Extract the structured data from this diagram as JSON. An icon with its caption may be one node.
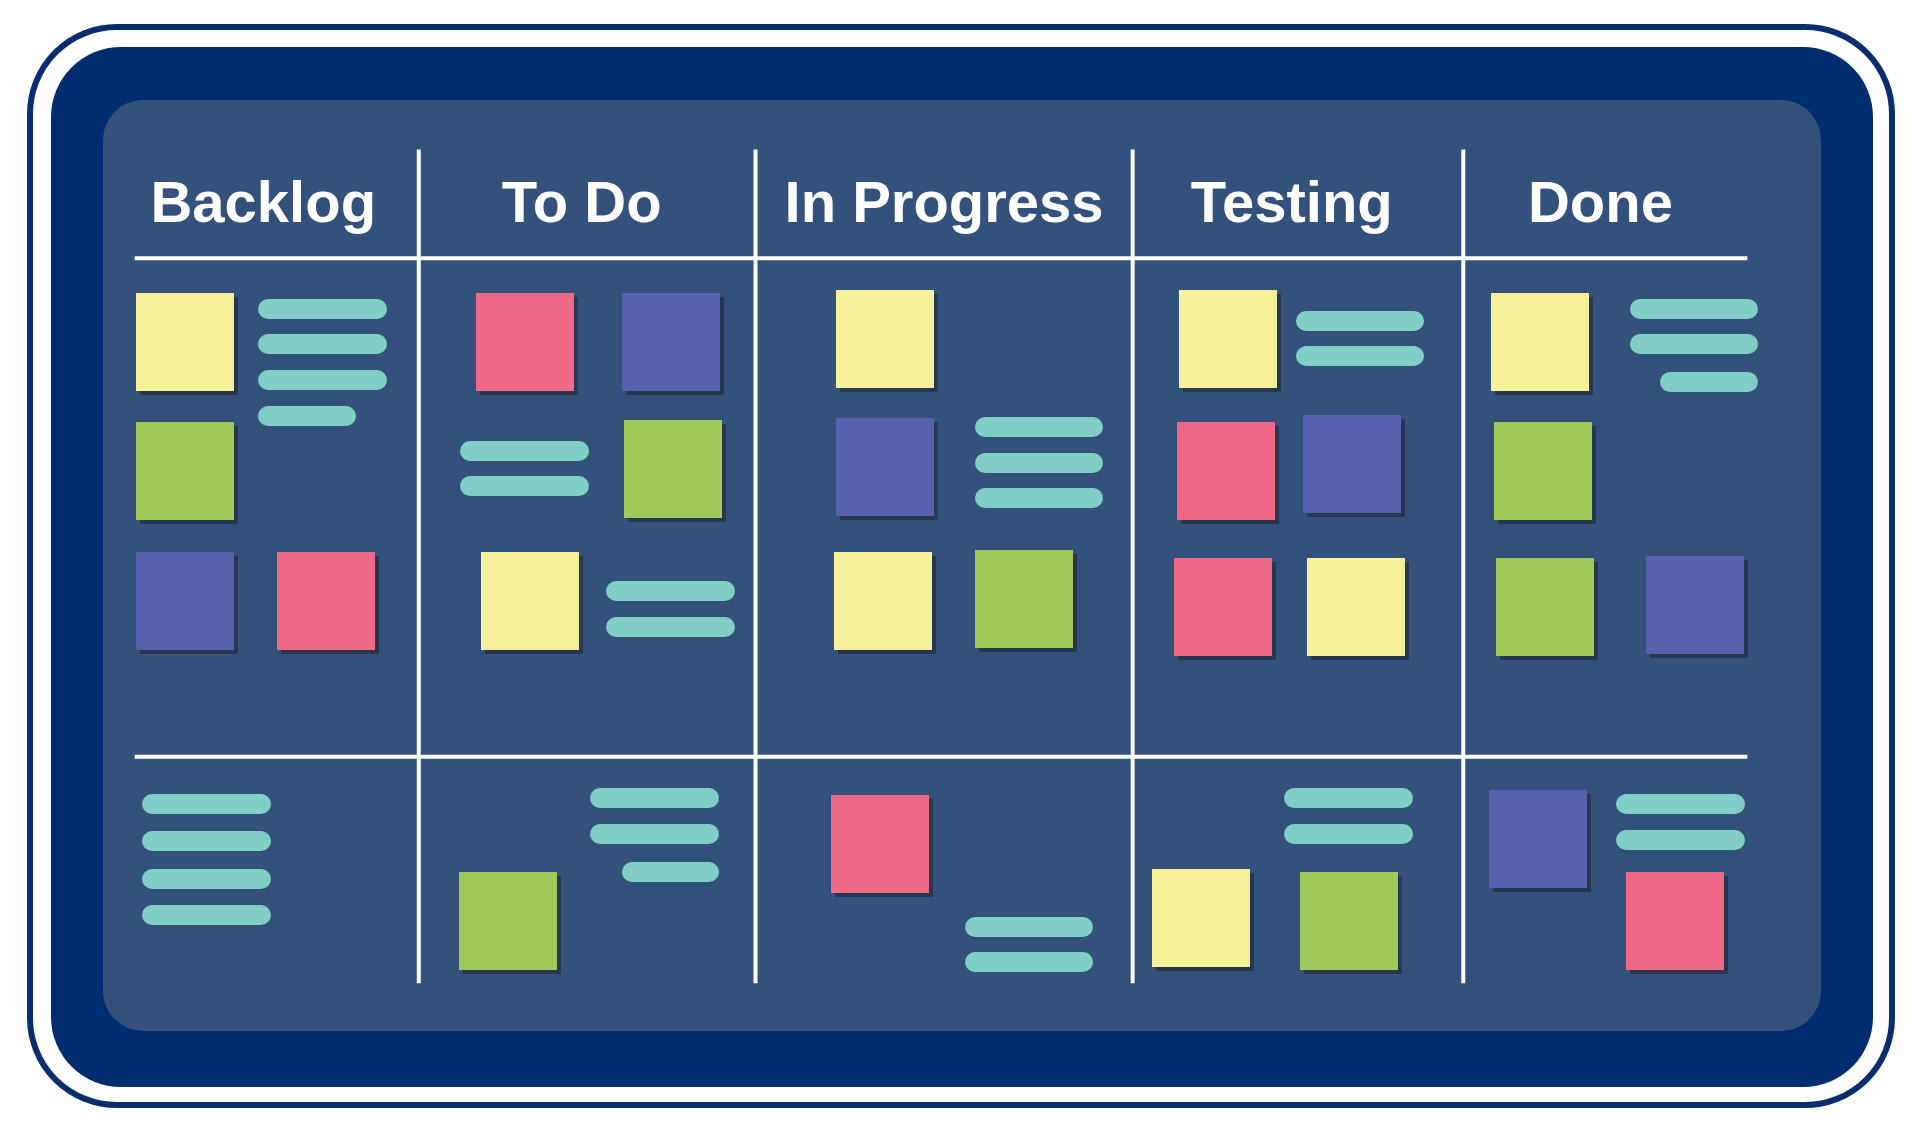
{
  "diagram": {
    "labels": [
      "Backlog",
      "To Do",
      "In Progress",
      "Testing",
      "Done"
    ]
  }
}
